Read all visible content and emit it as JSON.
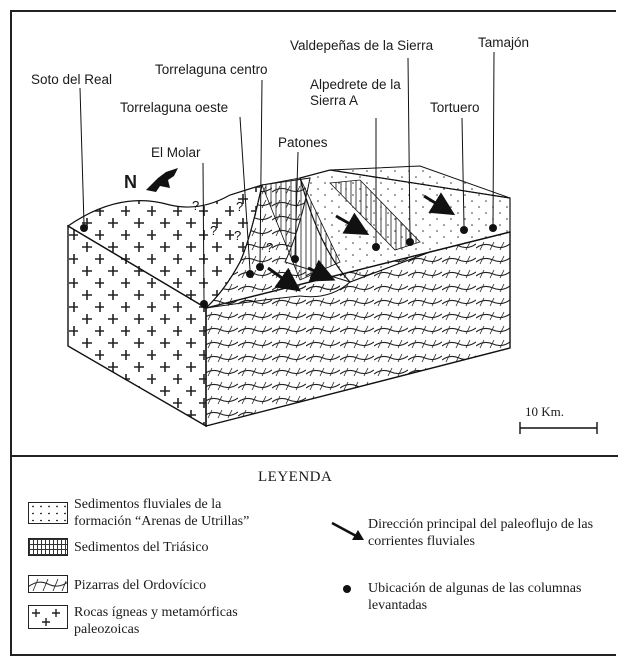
{
  "diagram": {
    "compass_label": "N",
    "places": {
      "soto_del_real": "Soto del Real",
      "torrelaguna_centro": "Torrelaguna centro",
      "torrelaguna_oeste": "Torrelaguna oeste",
      "el_molar": "El Molar",
      "valdepenas": "Valdepeñas de la Sierra",
      "tamajon": "Tamajón",
      "alpedrete": "Alpedrete de la Sierra A",
      "patones": "Patones",
      "tortuero": "Tortuero"
    },
    "question_mark": "?",
    "scale": "10 Km."
  },
  "legend": {
    "title": "LEYENDA",
    "items": {
      "fluvial": "Sedimentos fluviales de la formación “Arenas de Utrillas”",
      "triasico": "Sedimentos del Triásico",
      "ordovicico": "Pizarras del Ordovícico",
      "igneas": "Rocas ígneas y metamórficas paleozoicas",
      "paleoflujo": "Dirección principal del paleoflujo de las corrientes fluviales",
      "columnas": "Ubicación de algunas de las columnas levantadas"
    }
  }
}
